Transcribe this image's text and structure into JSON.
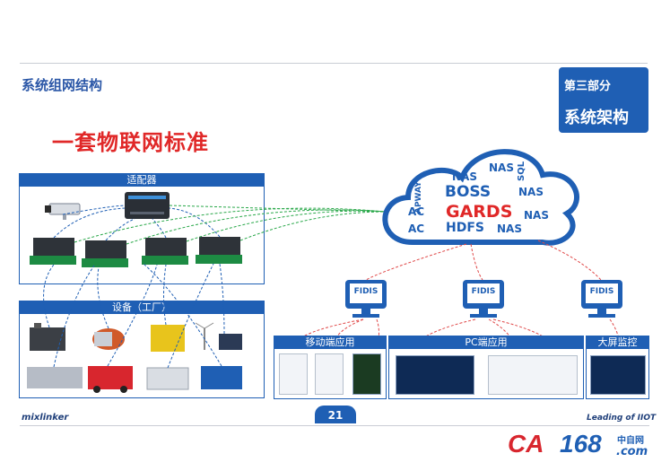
{
  "header": {
    "title": "系统组网结构"
  },
  "part": {
    "sub": "第三部分",
    "main": "系统架构"
  },
  "slogan": "一套物联网标准",
  "adapter_panel": {
    "label": "适配器"
  },
  "device_panel": {
    "label": "设备（工厂）"
  },
  "cloud": {
    "gards": "GARDS",
    "boss": "BOSS",
    "hdfs": "HDFS",
    "apway": "APWAY",
    "sql": "SQL",
    "ac1": "AC",
    "ac2": "AC",
    "nas1": "NAS",
    "nas2": "NAS",
    "nas3": "NAS",
    "nas4": "NAS",
    "nas5": "NAS"
  },
  "fidis": {
    "label": "FIDIS"
  },
  "apps": {
    "mobile": "移动端应用",
    "pc": "PC端应用",
    "screen": "大屏监控"
  },
  "footer": {
    "brand": "mixlinker",
    "page": "21",
    "tagline": "Leading of IIOT"
  },
  "watermark": {
    "ca": "CA",
    "num": "168",
    "cn": "中自网",
    "com": ".com"
  },
  "colors": {
    "brand_blue": "#1f5fb4",
    "slogan_red": "#e02828",
    "link_green": "#2aa84a",
    "link_red": "#e04848"
  }
}
